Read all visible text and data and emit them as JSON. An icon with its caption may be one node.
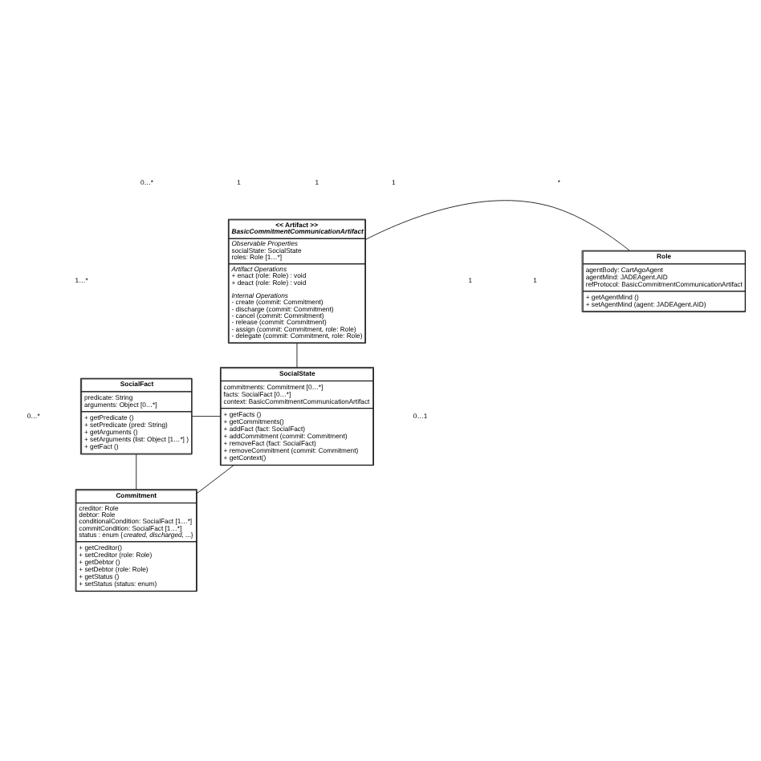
{
  "diagram": {
    "nodes": [
      {
        "text": [
          "<< Artifact >>",
          "BasicCommitmentCommunicationArtifact",
          "Observable Properties",
          "socialState: SocialState",
          "roles: Role [1…*]",
          "Artifact Operations",
          "+ enact (role: Role) : void",
          "+ deact (role: Role) : void",
          "Internal Operations",
          "- create (commit: Commitment)",
          "- discharge (commit: Commitment)",
          "- cancel (commit: Commitment)",
          "- release (commit: Commitment)",
          "- assign (commit: Commitment, role: Role)",
          "- delegate (commit: Commitment, role: Role)"
        ]
      },
      {
        "text": [
          "Role",
          "agentBody: CartAgoAgent",
          "agentMind: JADEAgent.AID",
          "refProtocol: BasicCommitmentCommunicationArtifact",
          "+ getAgentMind ()",
          "+ setAgentMind (agent: JADEAgent.AID)"
        ]
      },
      {
        "text": [
          "SocialFact",
          "predicate: String",
          "arguments: Object [0…*]",
          "+ getPredicate ()",
          "+ setPredicate (pred: String)",
          "+ getArguments ()",
          "+ setArguments (list: Object [1…*] )",
          "+ getFact ()"
        ]
      },
      {
        "text": [
          "SocialState",
          "commitments: Commitment [0…*]",
          "facts: SocialFact [0…*]",
          "context: BasicCommitmentCommunicationArtifact",
          "+ getFacts ()",
          "+ getCommitments()",
          "+ addFact (fact: SocialFact)",
          "+ addCommitment (commit: Commitment)",
          "+ removeFact (fact: SocialFact)",
          "+ removeCommitment (commit: Commitment)",
          "+ getContext()"
        ]
      },
      {
        "text": [
          "Commitment",
          "creditor: Role",
          "debtor: Role",
          "conditionalCondition: SocialFact [1…*]",
          "commitCondition: SocialFact [1…*]",
          "status : enum {*created, discharged, ...*}",
          "+ getCreditor()",
          "+ setCreditor (role: Role)",
          "+ getDebtor ()",
          "+ setDebtor (role: Role)",
          "+ getStatus ()",
          "+ setStatus (status: enum)"
        ]
      }
    ],
    "edges": [
      {
        "from": 0,
        "to": 1,
        "arrow": "none"
      },
      {
        "from": 0,
        "to": 3,
        "arrow": "none"
      },
      {
        "from": 3,
        "to": 2,
        "arrow": "none"
      },
      {
        "from": 2,
        "to": 4,
        "arrow": "none"
      },
      {
        "from": 3,
        "to": 4,
        "arrow": "none"
      }
    ],
    "labels": [
      "1",
      "*",
      "1",
      "0…*",
      "1",
      "1",
      "1…*",
      "0…1",
      "1",
      "0…*"
    ]
  }
}
